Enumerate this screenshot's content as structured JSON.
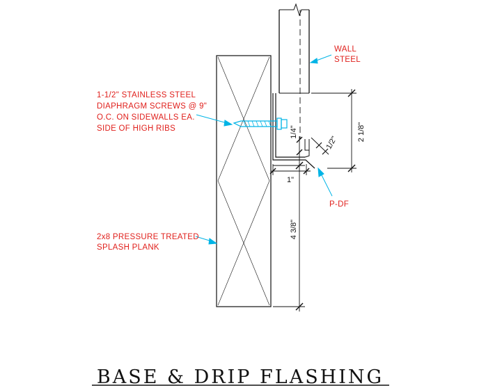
{
  "title": "BASE & DRIP FLASHING",
  "labels": {
    "wall_steel": [
      "WALL",
      "STEEL"
    ],
    "screws": [
      "1-1/2\" STAINLESS STEEL",
      "DIAPHRAGM SCREWS @ 9\"",
      "O.C. ON SIDEWALLS EA.",
      "SIDE OF HIGH RIBS"
    ],
    "part": "P-DF",
    "plank": [
      "2x8 PRESSURE TREATED",
      "SPLASH PLANK"
    ]
  },
  "dimensions": {
    "d_quarter": "1/4\"",
    "d_2_1_8": "2 1/8\"",
    "d_half": "1/2\"",
    "d_one": "1\"",
    "d_4_3_8": "4 3/8\""
  },
  "colors": {
    "label": "#e0201c",
    "leader": "#00b4e6",
    "line": "#111111",
    "screw": "#00b4e6"
  }
}
